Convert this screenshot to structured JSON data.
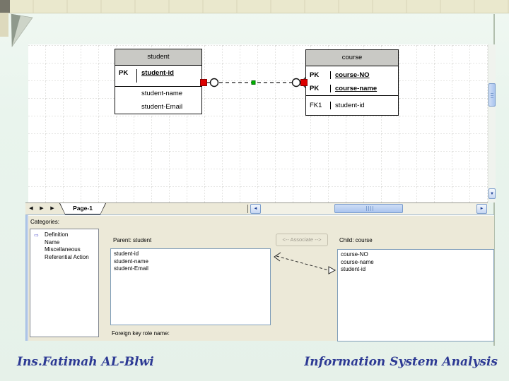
{
  "diagram": {
    "student": {
      "title": "student",
      "key_rows": [
        {
          "key": "PK",
          "field": "student-id"
        }
      ],
      "attr_rows": [
        {
          "key": "",
          "field": "student-name"
        },
        {
          "key": "",
          "field": "student-Email"
        }
      ]
    },
    "course": {
      "title": "course",
      "key_rows": [
        {
          "key": "PK",
          "field": "course-NO"
        },
        {
          "key": "PK",
          "field": "course-name"
        }
      ],
      "attr_rows": [
        {
          "key": "FK1",
          "field": "student-id"
        }
      ]
    }
  },
  "page_tabs": {
    "page_label": "Page-1"
  },
  "icons": {
    "page_prev": "◀",
    "page_next": "▶",
    "page_last": "▶",
    "scroll_left": "◄",
    "scroll_right": "►",
    "scroll_down": "▼",
    "category_selected_arrow": "⇨"
  },
  "panel": {
    "categories_label": "Categories:",
    "categories": [
      "Definition",
      "Name",
      "Miscellaneous",
      "Referential Action"
    ],
    "parent_label": "Parent: student",
    "parent_fields": [
      "student-id",
      "student-name",
      "student-Email"
    ],
    "associate_label": "<-- Associate -->",
    "child_label": "Child: course",
    "child_fields": [
      "course-NO",
      "course-name",
      "student-id"
    ],
    "fk_label": "Foreign key role name:"
  },
  "footer": {
    "left": "Ins.Fatimah AL-Blwi",
    "right": "Information System Analysis"
  },
  "colors": {
    "handle_red": "#dd0000",
    "handle_green": "#00b400",
    "table_header_gray": "#c9c9c5",
    "panel_beige": "#ece9d8",
    "slide_green": "#e9f4ed",
    "footer_navy": "#2d3a94",
    "listbox_border_blue": "#7f9db9"
  }
}
